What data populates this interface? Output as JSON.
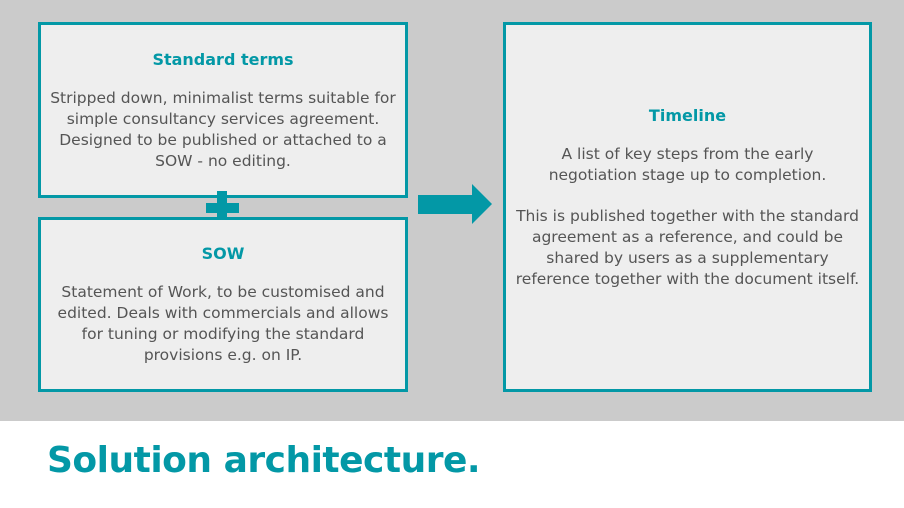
{
  "boxes": {
    "standard_terms": {
      "title": "Standard terms",
      "body": "Stripped down, minimalist terms suitable for simple consultancy services agreement. Designed to be published or attached to a SOW - no editing."
    },
    "sow": {
      "title": "SOW",
      "body": "Statement of Work, to be customised and edited. Deals with commercials and allows for tuning or modifying the standard provisions e.g. on IP."
    },
    "timeline": {
      "title": "Timeline",
      "body1": "A list of key steps from the early negotiation stage up to completion.",
      "body2": "This is published together with the standard agreement as a reference, and could be shared by users as a supplementary reference together with the document itself."
    }
  },
  "slide_title": "Solution architecture.",
  "colors": {
    "accent": "#0398a6",
    "band": "#cbcbcb",
    "box": "#eeeeee"
  }
}
